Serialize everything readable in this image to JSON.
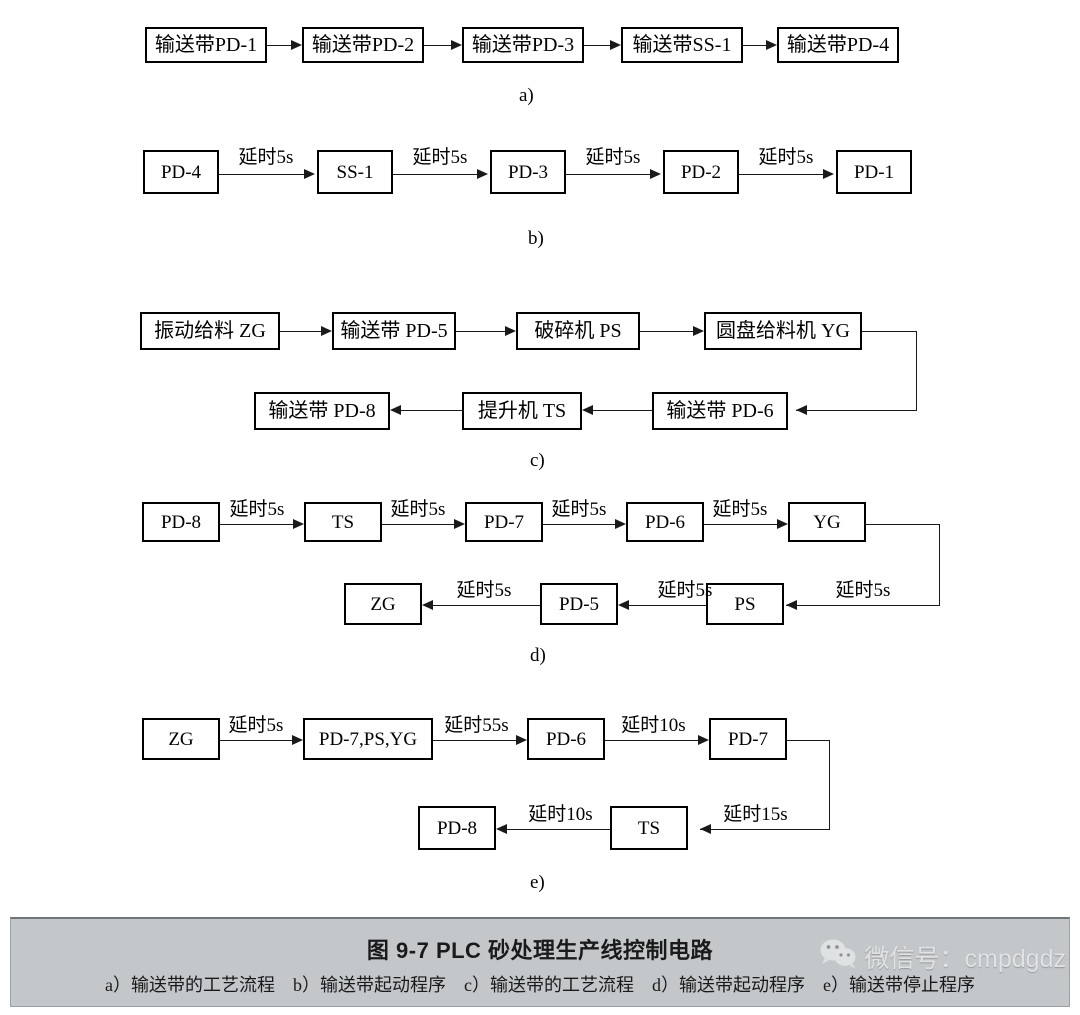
{
  "figure": {
    "caption_title": "图 9-7   PLC 砂处理生产线控制电路",
    "caption_subtitle": "a）输送带的工艺流程　b）输送带起动程序　c）输送带的工艺流程　d）输送带起动程序　e）输送带停止程序",
    "watermark": "微信号：cmpdgdz",
    "line_color": "#1a1a1a",
    "caption_bg": "#c3c7c9"
  },
  "sublabels": {
    "a": "a)",
    "b": "b)",
    "c": "c)",
    "d": "d)",
    "e": "e)"
  },
  "panel_a": {
    "boxes": [
      {
        "text": "输送带PD-1"
      },
      {
        "text": "输送带PD-2"
      },
      {
        "text": "输送带PD-3"
      },
      {
        "text": "输送带SS-1"
      },
      {
        "text": "输送带PD-4"
      }
    ]
  },
  "panel_b": {
    "boxes": [
      {
        "text": "PD-4"
      },
      {
        "text": "SS-1"
      },
      {
        "text": "PD-3"
      },
      {
        "text": "PD-2"
      },
      {
        "text": "PD-1"
      }
    ],
    "labels": [
      "延时5s",
      "延时5s",
      "延时5s",
      "延时5s"
    ]
  },
  "panel_c": {
    "row1": [
      {
        "text": "振动给料 ZG"
      },
      {
        "text": "输送带 PD-5"
      },
      {
        "text": "破碎机 PS"
      },
      {
        "text": "圆盘给料机 YG"
      }
    ],
    "row2": [
      {
        "text": "输送带 PD-8"
      },
      {
        "text": "提升机 TS"
      },
      {
        "text": "输送带 PD-6"
      }
    ]
  },
  "panel_d": {
    "row1": [
      {
        "text": "PD-8"
      },
      {
        "text": "TS"
      },
      {
        "text": "PD-7"
      },
      {
        "text": "PD-6"
      },
      {
        "text": "YG"
      }
    ],
    "row1_labels": [
      "延时5s",
      "延时5s",
      "延时5s",
      "延时5s"
    ],
    "row2": [
      {
        "text": "ZG"
      },
      {
        "text": "PD-5"
      },
      {
        "text": "PS"
      }
    ],
    "row2_labels": [
      "延时5s",
      "延时5s",
      "延时5s"
    ]
  },
  "panel_e": {
    "row1": [
      {
        "text": "ZG"
      },
      {
        "text": "PD-7,PS,YG"
      },
      {
        "text": "PD-6"
      },
      {
        "text": "PD-7"
      }
    ],
    "row1_labels": [
      "延时5s",
      "延时55s",
      "延时10s"
    ],
    "row2": [
      {
        "text": "PD-8"
      },
      {
        "text": "TS"
      }
    ],
    "row2_labels": [
      "延时10s",
      "延时15s"
    ]
  }
}
